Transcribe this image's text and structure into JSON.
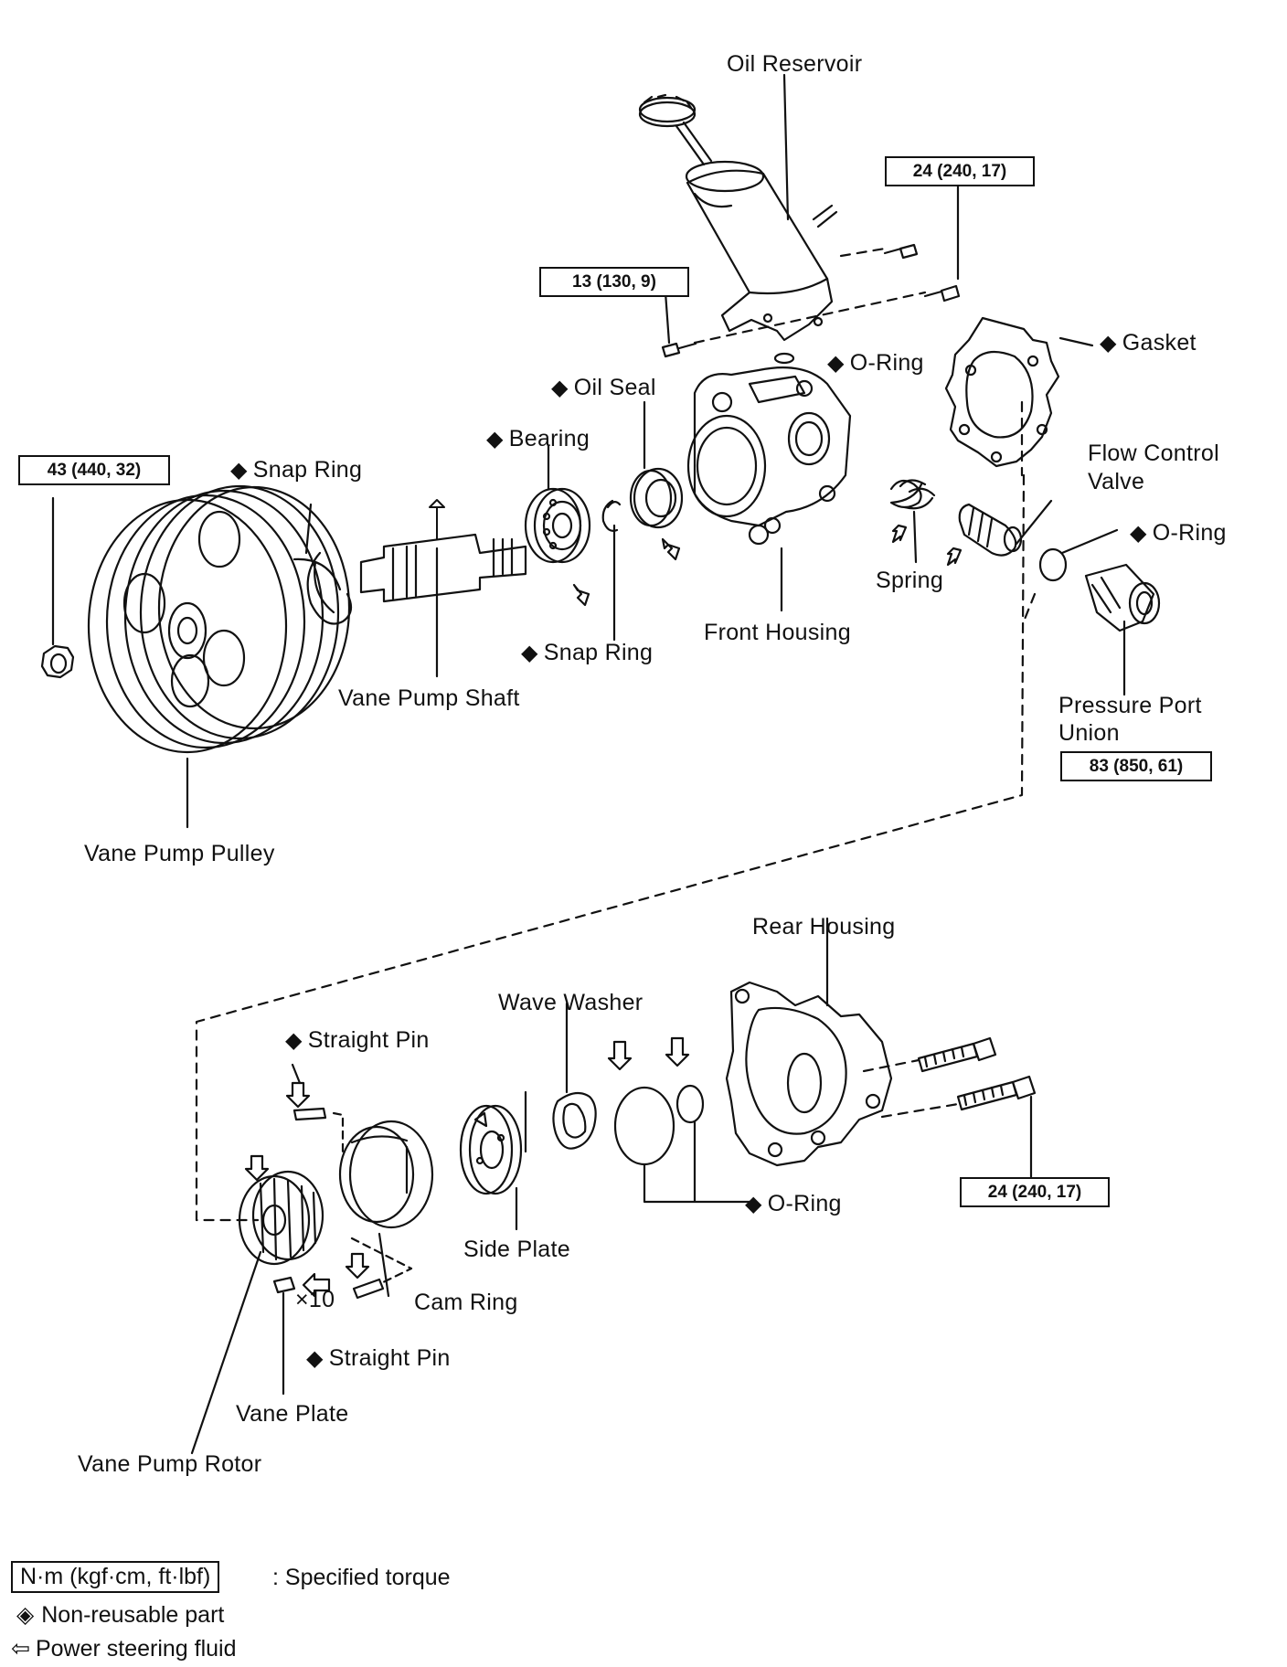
{
  "labels": {
    "oil_reservoir": "Oil Reservoir",
    "gasket": "Gasket",
    "o_ring_top": "O-Ring",
    "oil_seal": "Oil Seal",
    "bearing": "Bearing",
    "snap_ring_left": "Snap Ring",
    "flow_control_valve_1": "Flow Control",
    "flow_control_valve_2": "Valve",
    "o_ring_right": "O-Ring",
    "spring": "Spring",
    "front_housing": "Front Housing",
    "snap_ring_mid": "Snap Ring",
    "vane_pump_shaft": "Vane Pump Shaft",
    "pressure_port_union_1": "Pressure Port",
    "pressure_port_union_2": "Union",
    "vane_pump_pulley": "Vane Pump Pulley",
    "rear_housing": "Rear Housing",
    "wave_washer": "Wave Washer",
    "straight_pin_top": "Straight Pin",
    "o_ring_bottom": "O-Ring",
    "side_plate": "Side Plate",
    "cam_ring": "Cam Ring",
    "times10": "×10",
    "straight_pin_bottom": "Straight Pin",
    "vane_plate": "Vane Plate",
    "vane_pump_rotor": "Vane Pump Rotor"
  },
  "torques": {
    "reservoir_bolt_right": "24 (240, 17)",
    "reservoir_bolt_left": "13 (130, 9)",
    "pulley_nut": "43 (440, 32)",
    "pressure_port_union": "83 (850, 61)",
    "rear_housing_bolt": "24 (240, 17)"
  },
  "legend": {
    "torque_box": "N·m (kgf·cm, ft·lbf)",
    "torque_text": ": Specified torque",
    "nonreusable_text": "Non-reusable part",
    "fluid_text": "Power steering fluid"
  },
  "symbols": {
    "nonreusable": "◆",
    "legend_nonreusable": "◈",
    "fluid": "⇦"
  }
}
